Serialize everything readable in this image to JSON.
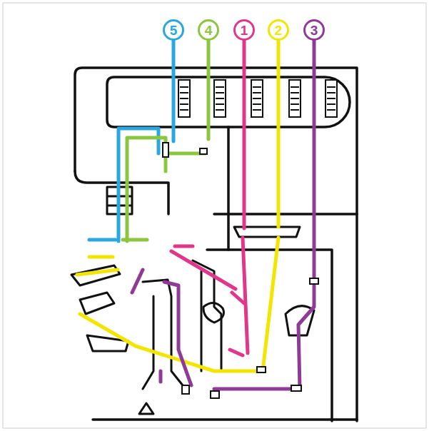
{
  "diagram": {
    "nodes": [
      {
        "text": [
          "5"
        ]
      },
      {
        "text": [
          "4"
        ]
      },
      {
        "text": [
          "1"
        ]
      },
      {
        "text": [
          "2"
        ]
      },
      {
        "text": [
          "3"
        ]
      }
    ]
  }
}
